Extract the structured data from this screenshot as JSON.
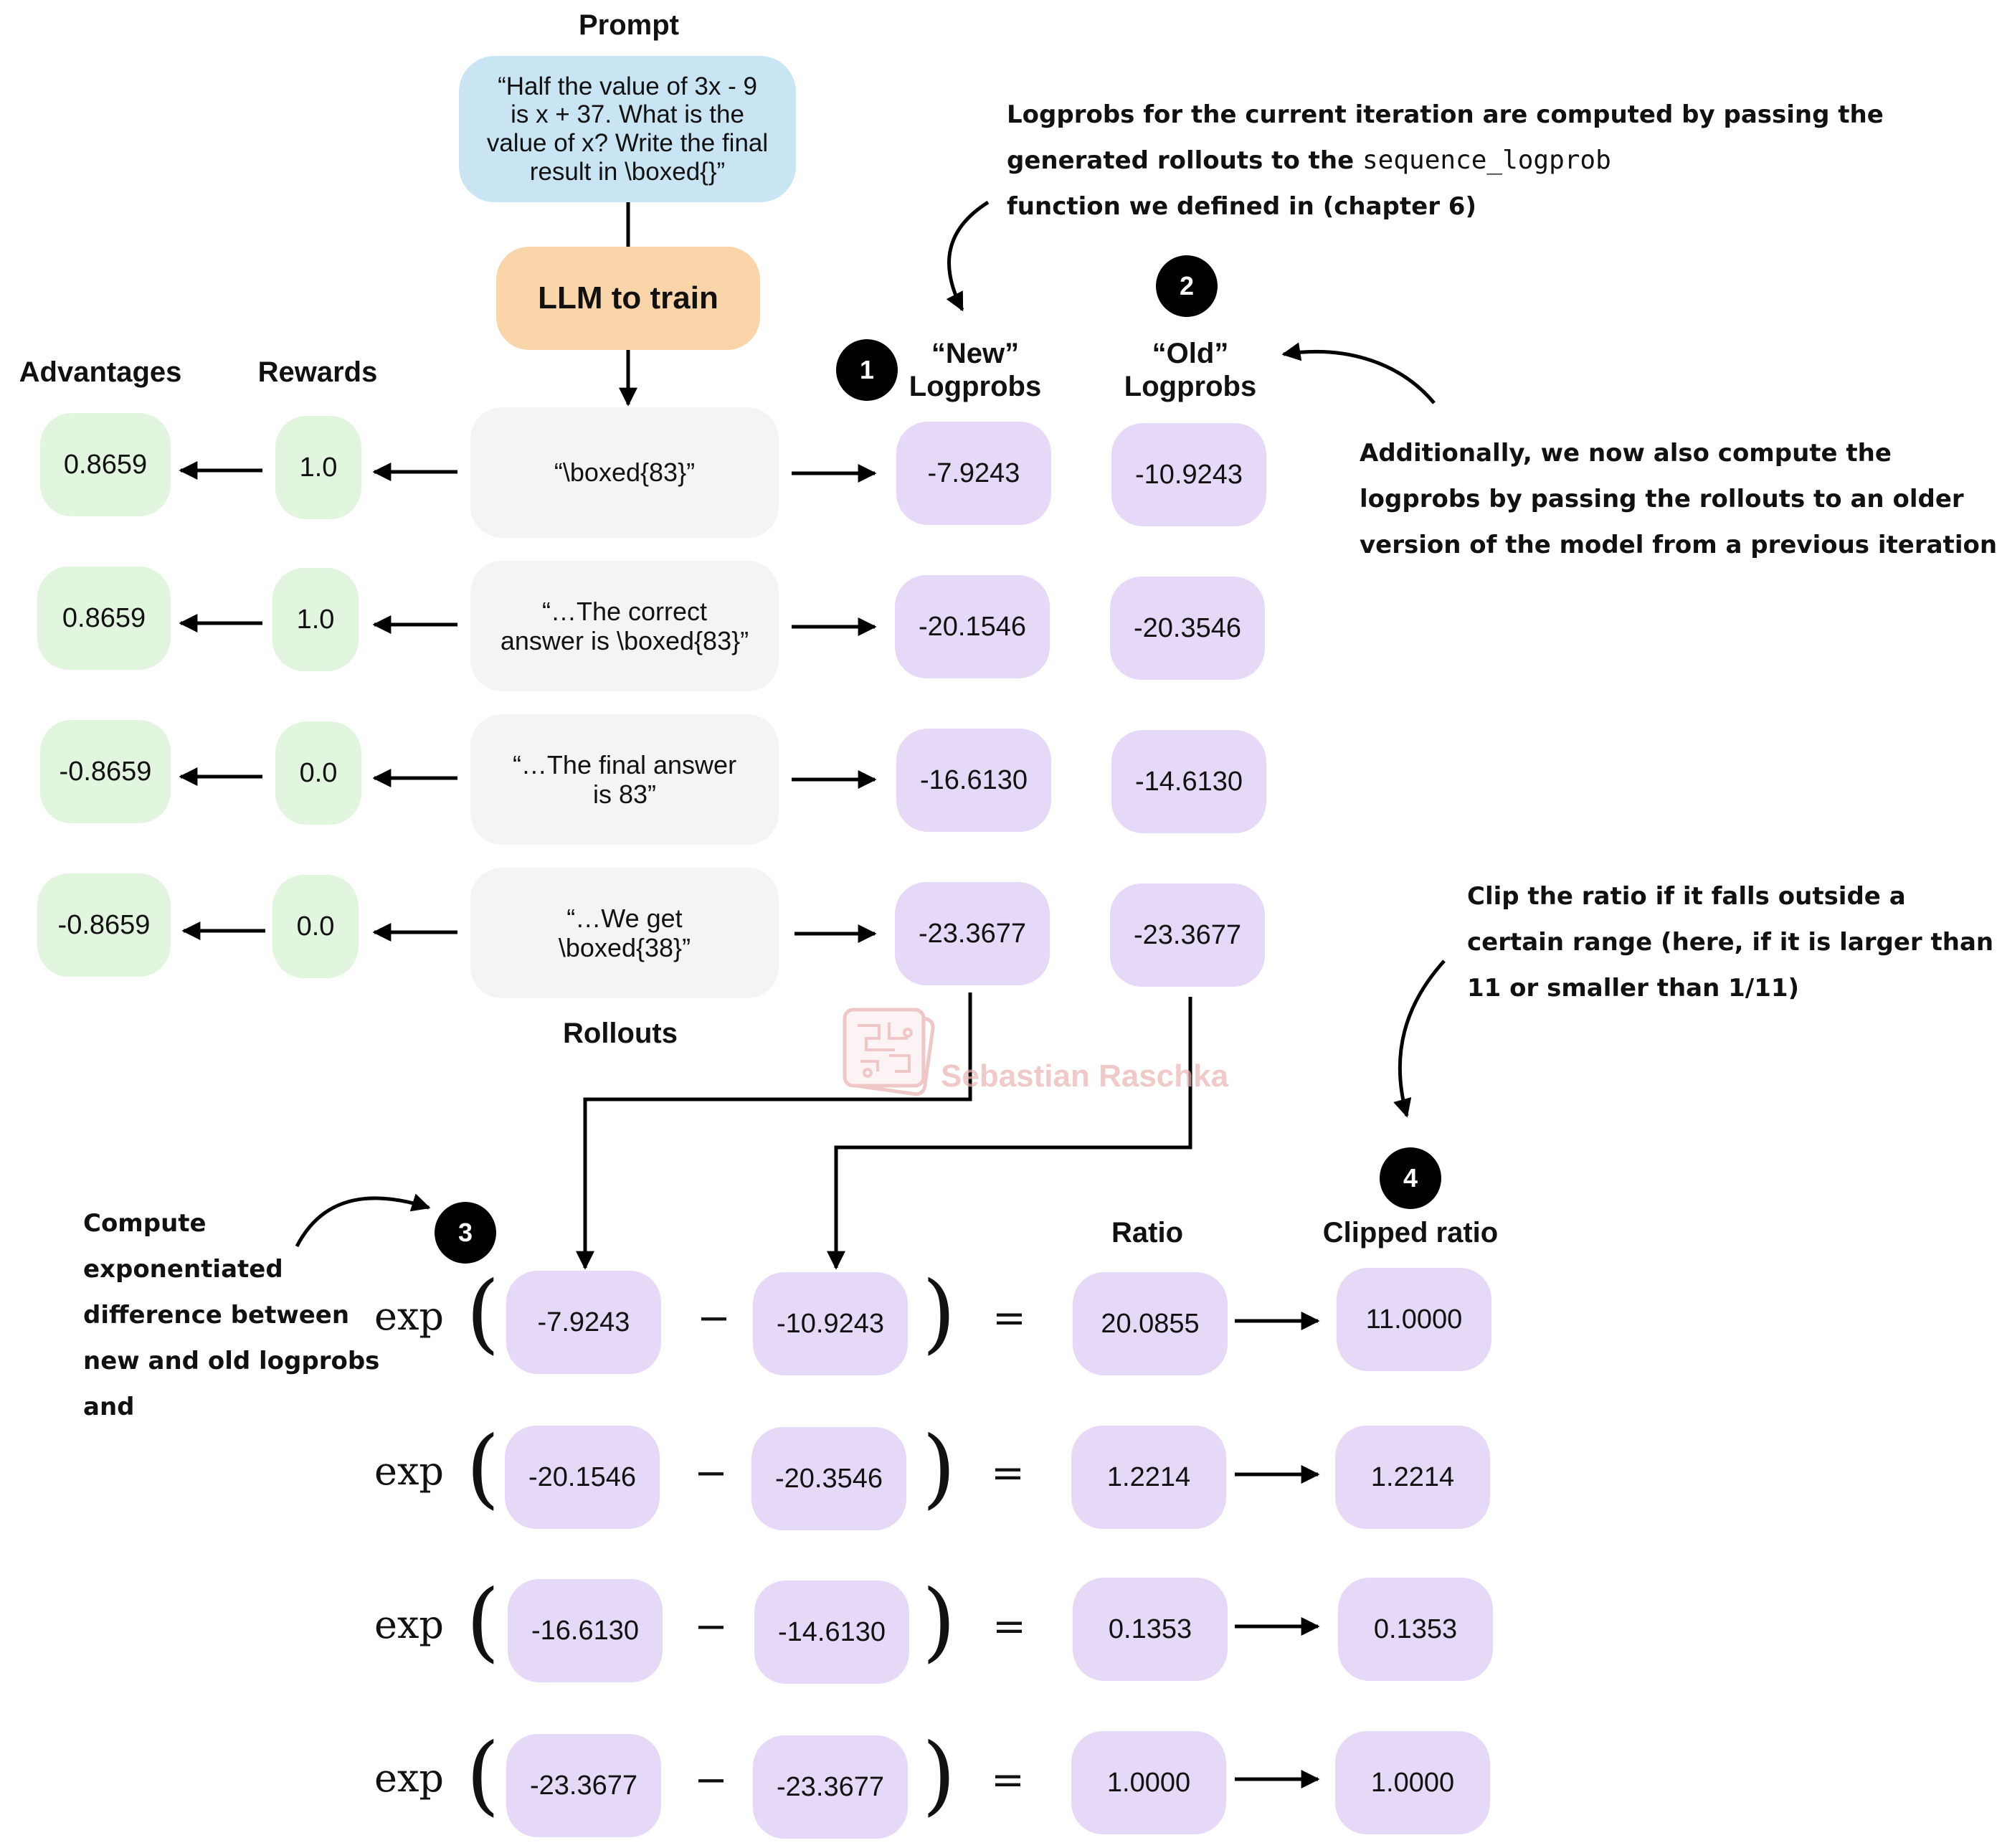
{
  "prompt": {
    "label": "Prompt",
    "text_lines": [
      "“Half the value of 3x - 9",
      "is  x + 37. What is the",
      "value of x? Write the final",
      "result in \\boxed{}”"
    ]
  },
  "llm_label": "LLM to train",
  "headers": {
    "advantages": "Advantages",
    "rewards": "Rewards",
    "rollouts": "Rollouts",
    "new_logprobs": "“New”\nLogprobs",
    "old_logprobs": "“Old”\nLogprobs",
    "ratio": "Ratio",
    "clipped_ratio": "Clipped ratio"
  },
  "rows": [
    {
      "advantage": "0.8659",
      "reward": "1.0",
      "rollout_lines": [
        "“\\boxed{83}”"
      ],
      "new": "-7.9243",
      "old": "-10.9243"
    },
    {
      "advantage": "0.8659",
      "reward": "1.0",
      "rollout_lines": [
        "“…The correct",
        "answer is \\boxed{83}”"
      ],
      "new": "-20.1546",
      "old": "-20.3546"
    },
    {
      "advantage": "-0.8659",
      "reward": "0.0",
      "rollout_lines": [
        "“…The final answer",
        "is 83”"
      ],
      "new": "-16.6130",
      "old": "-14.6130"
    },
    {
      "advantage": "-0.8659",
      "reward": "0.0",
      "rollout_lines": [
        "“…We get",
        "\\boxed{38}”"
      ],
      "new": "-23.3677",
      "old": "-23.3677"
    }
  ],
  "equations": [
    {
      "new": "-7.9243",
      "old": "-10.9243",
      "ratio": "20.0855",
      "clipped": "11.0000"
    },
    {
      "new": "-20.1546",
      "old": "-20.3546",
      "ratio": "1.2214",
      "clipped": "1.2214"
    },
    {
      "new": "-16.6130",
      "old": "-14.6130",
      "ratio": "0.1353",
      "clipped": "0.1353"
    },
    {
      "new": "-23.3677",
      "old": "-23.3677",
      "ratio": "1.0000",
      "clipped": "1.0000"
    }
  ],
  "math": {
    "exp": "exp",
    "open": "(",
    "close": ")",
    "minus": "−",
    "equals": "="
  },
  "badges": [
    "1",
    "2",
    "3",
    "4"
  ],
  "notes": {
    "new_logprobs": {
      "line1": "Logprobs for the current iteration are computed by passing the",
      "line2_prefix": "generated rollouts to the ",
      "line2_code": "sequence_logprob",
      "line3": " function we defined in (chapter 6)"
    },
    "old_logprobs_lines": [
      "Additionally, we now also compute the",
      "logprobs by passing the rollouts to an older",
      "version of the model from a previous iteration"
    ],
    "clip_lines": [
      "Clip the ratio if it falls outside a",
      "certain range (here, if it is larger than",
      "11 or smaller than 1/11)"
    ],
    "exp_lines": [
      "Compute",
      "exponentiated",
      "difference between",
      "new and old logprobs",
      "and"
    ]
  },
  "watermark": "Sebastian Raschka"
}
